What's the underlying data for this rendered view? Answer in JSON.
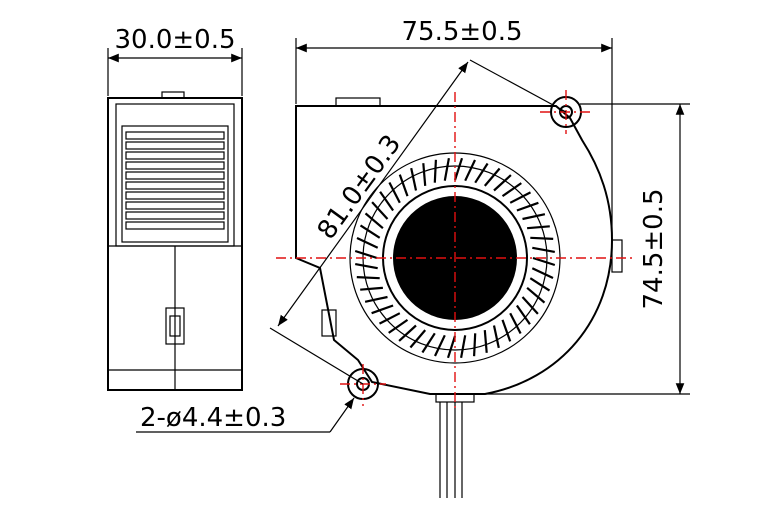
{
  "drawing": {
    "side_width_label": "30.0±0.5",
    "front_width_label": "75.5±0.5",
    "diagonal_label": "81.0±0.3",
    "height_label": "74.5±0.5",
    "hole_label": "2-ø4.4±0.3"
  },
  "colors": {
    "line": "#000000",
    "centerline": "#e01010"
  }
}
